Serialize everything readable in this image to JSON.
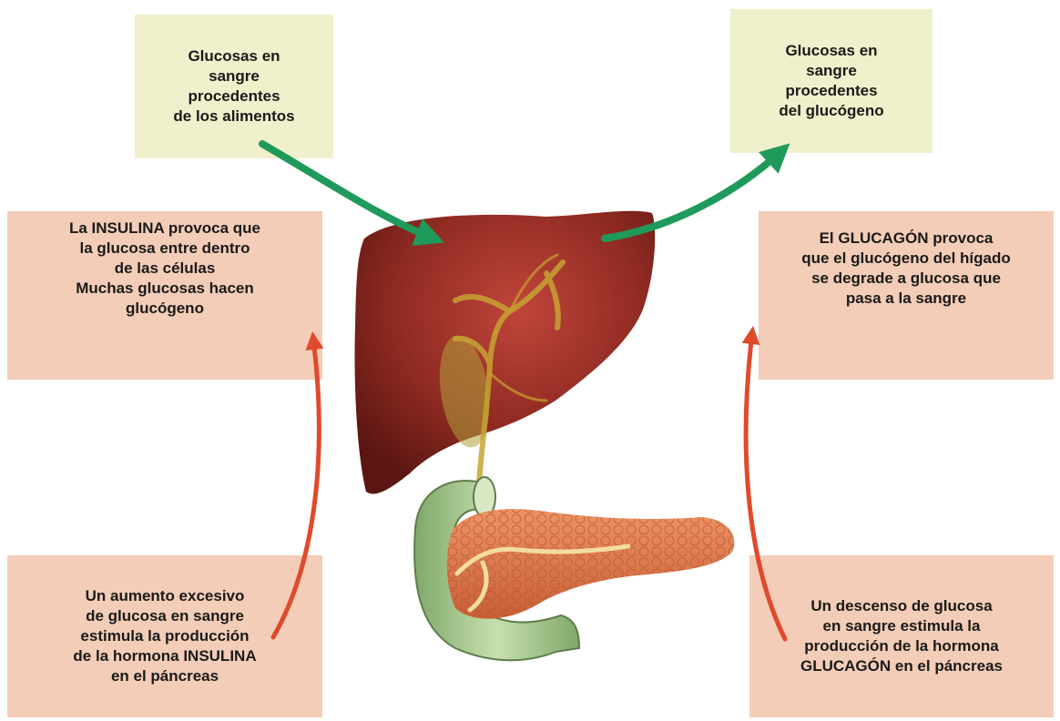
{
  "boxes": {
    "glucose_from_food": "Glucosas en\nsangre\nprocedentes\nde los alimentos",
    "glucose_from_glycogen": "Glucosas en\nsangre\nprocedentes\ndel glucógeno",
    "insulin_effect": "La INSULINA provoca que\nla glucosa entre dentro\nde las células\nMuchas glucosas hacen\nglucógeno",
    "glucagon_effect": "El GLUCAGÓN provoca\nque el glucógeno del hígado\nse degrade a glucosa que\npasa a la sangre",
    "high_glucose_trigger": "Un aumento excesivo\nde glucosa en sangre\nestimula la producción\nde la hormona INSULINA\nen el páncreas",
    "low_glucose_trigger": "Un descenso de glucosa\nen sangre estimula la\nproducción de la hormona\nGLUCAGÓN en el páncreas"
  },
  "colors": {
    "yellow_box": "#f1f0cc",
    "salmon_box": "#f3cdb7",
    "green_arrow": "#1f9a5a",
    "red_arrow": "#e04a2c",
    "liver": "#8e2a22",
    "pancreas": "#e07a4e",
    "duodenum": "#a9c98a"
  }
}
